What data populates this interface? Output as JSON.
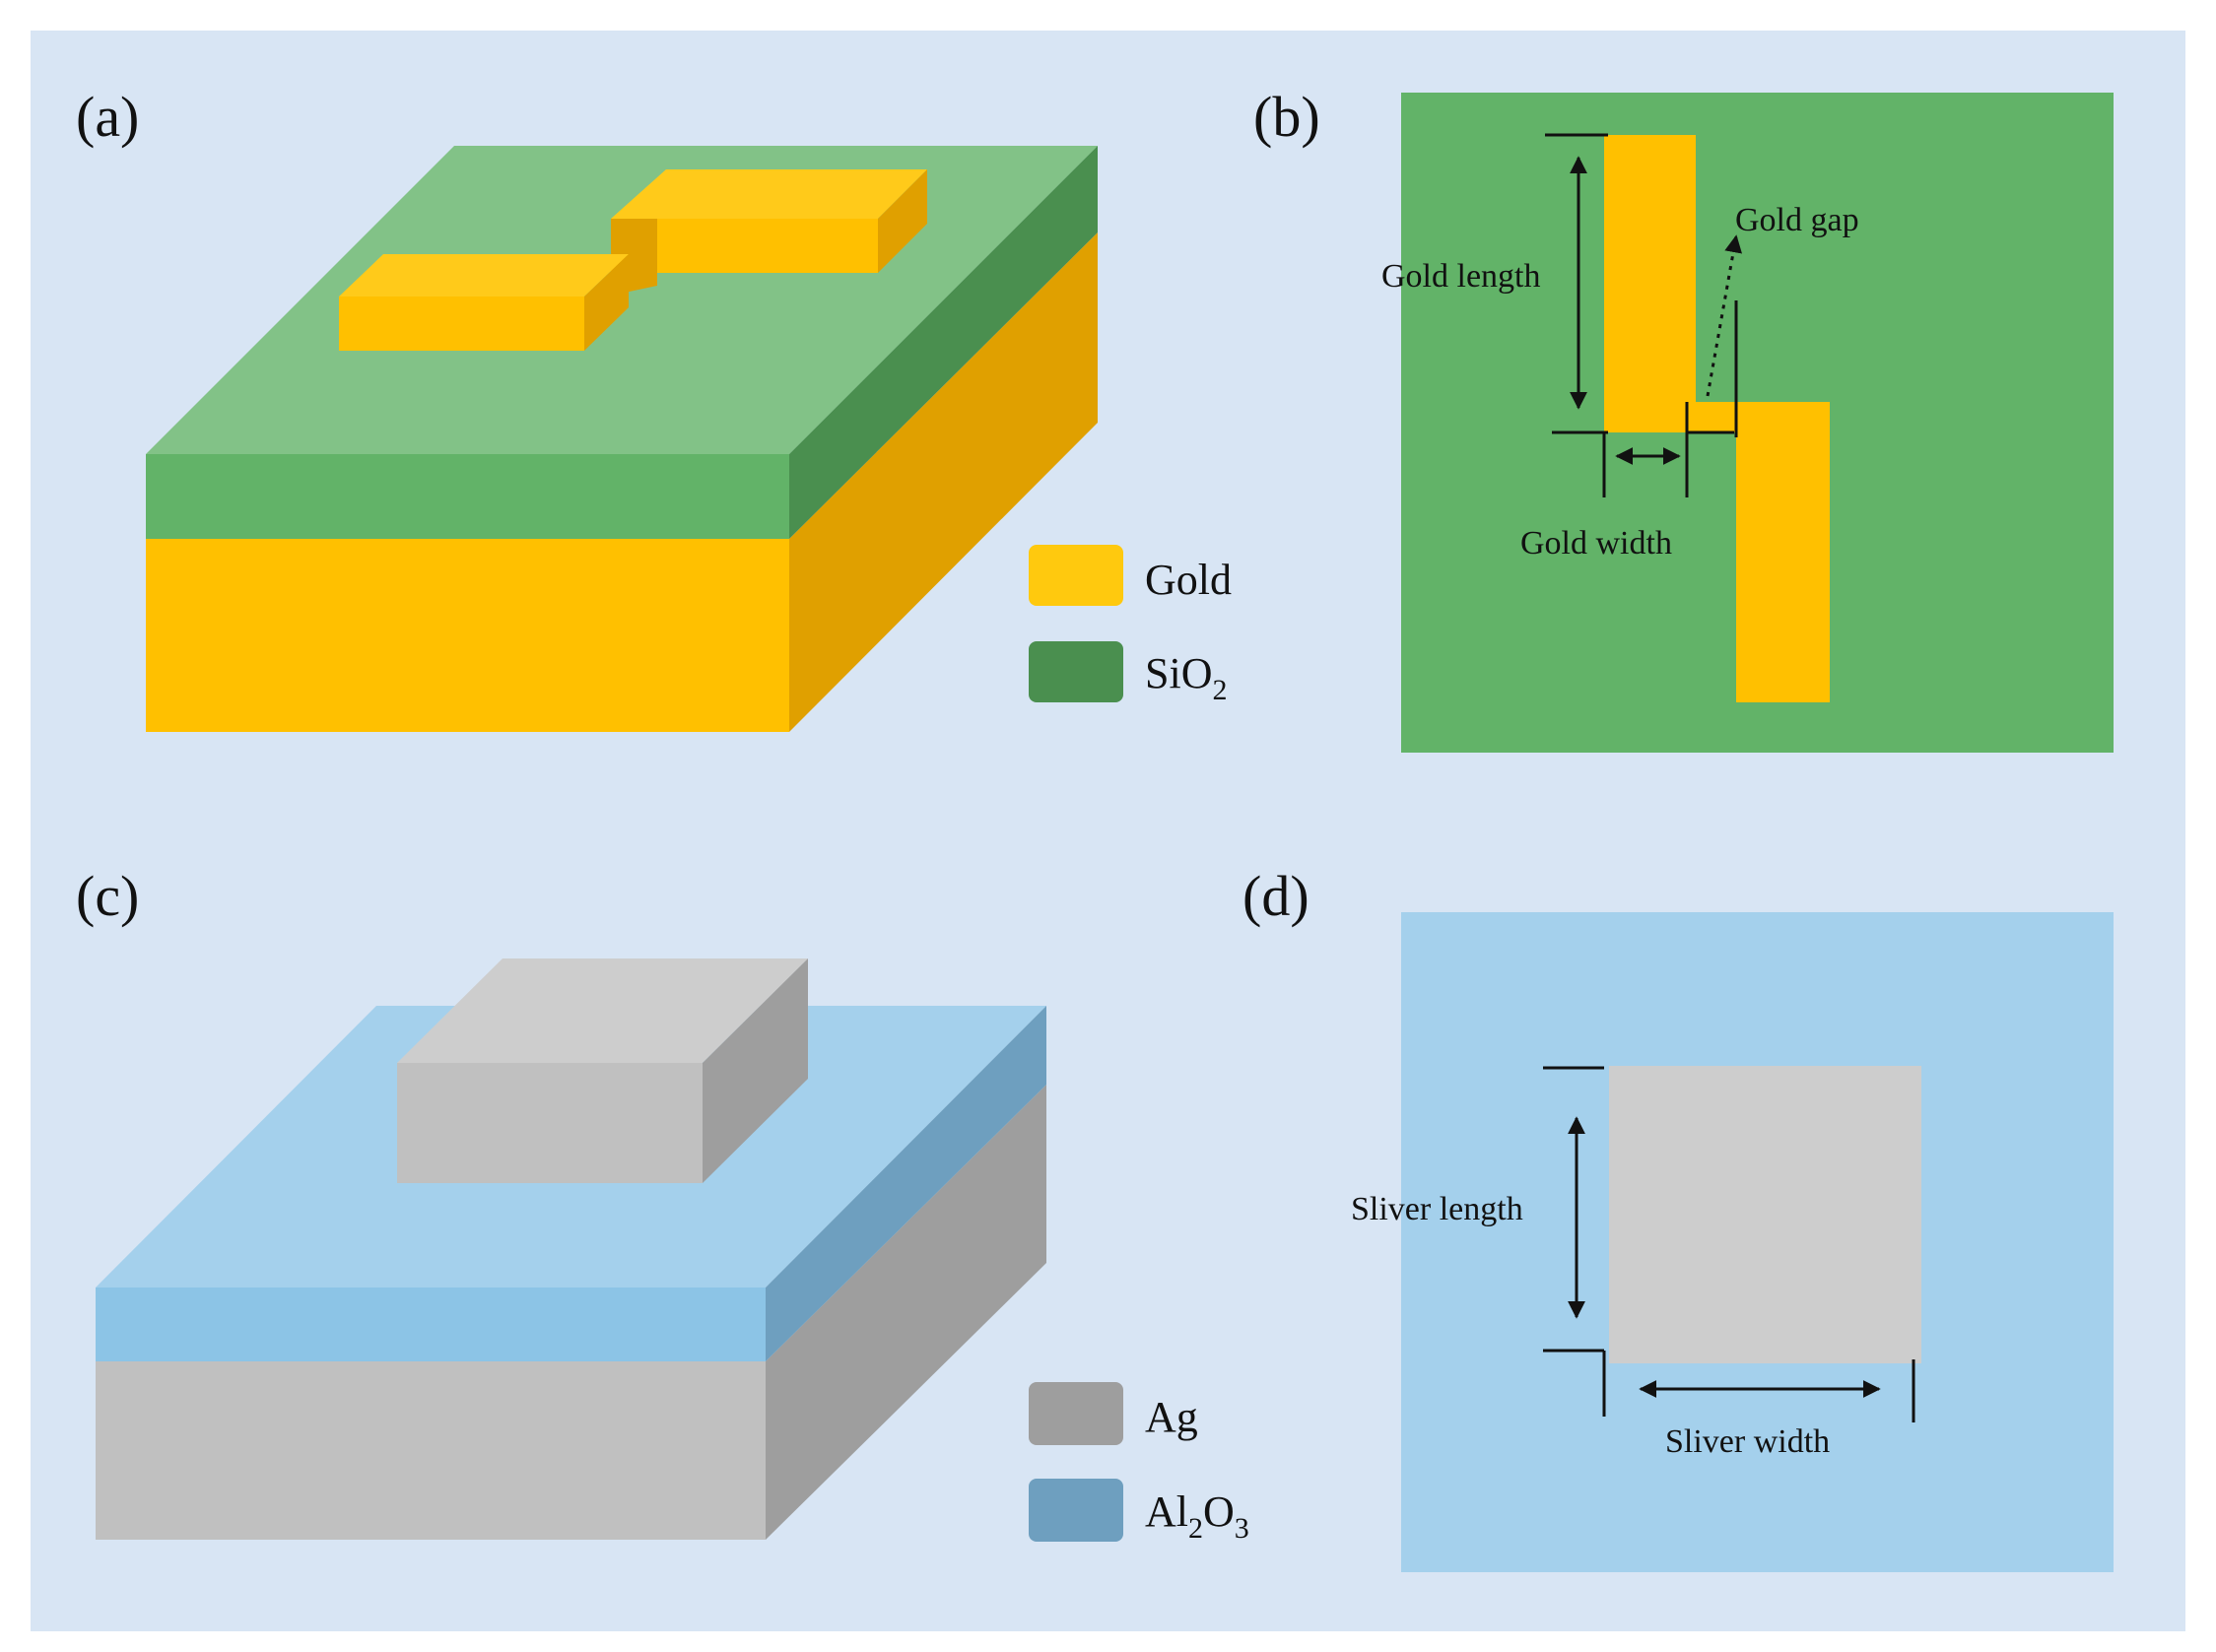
{
  "panels": {
    "a": {
      "label": "(a)"
    },
    "b": {
      "label": "(b)",
      "gold_length_label": "Gold length",
      "gold_gap_label": "Gold gap",
      "gold_width_label": "Gold width"
    },
    "c": {
      "label": "(c)"
    },
    "d": {
      "label": "(d)",
      "sliver_length_label": "Sliver length",
      "sliver_width_label": "Sliver width"
    }
  },
  "legend_top": {
    "gold": {
      "label": "Gold",
      "color": "#FFC90E"
    },
    "sio2": {
      "label": "SiO",
      "subscript": "2",
      "color": "#4A8F4F"
    }
  },
  "legend_bottom": {
    "ag": {
      "label": "Ag",
      "color": "#9E9E9E"
    },
    "al2o3": {
      "label_parts": [
        "Al",
        "2",
        "O",
        "3"
      ],
      "color": "#6E9FBF"
    }
  },
  "colors": {
    "background": "#D8E5F4",
    "gold_front": "#FFC000",
    "gold_side": "#E0A000",
    "gold_top": "#FFCA1A",
    "sio2_top": "#82C287",
    "sio2_front": "#62B368",
    "sio2_side": "#4A8F4F",
    "silver_top": "#CDCDCD",
    "silver_front": "#C0C0C0",
    "silver_side": "#9E9E9E",
    "al2o3_top": "#A4D0EC",
    "al2o3_front": "#8CC4E6",
    "al2o3_side": "#6E9FBF"
  }
}
